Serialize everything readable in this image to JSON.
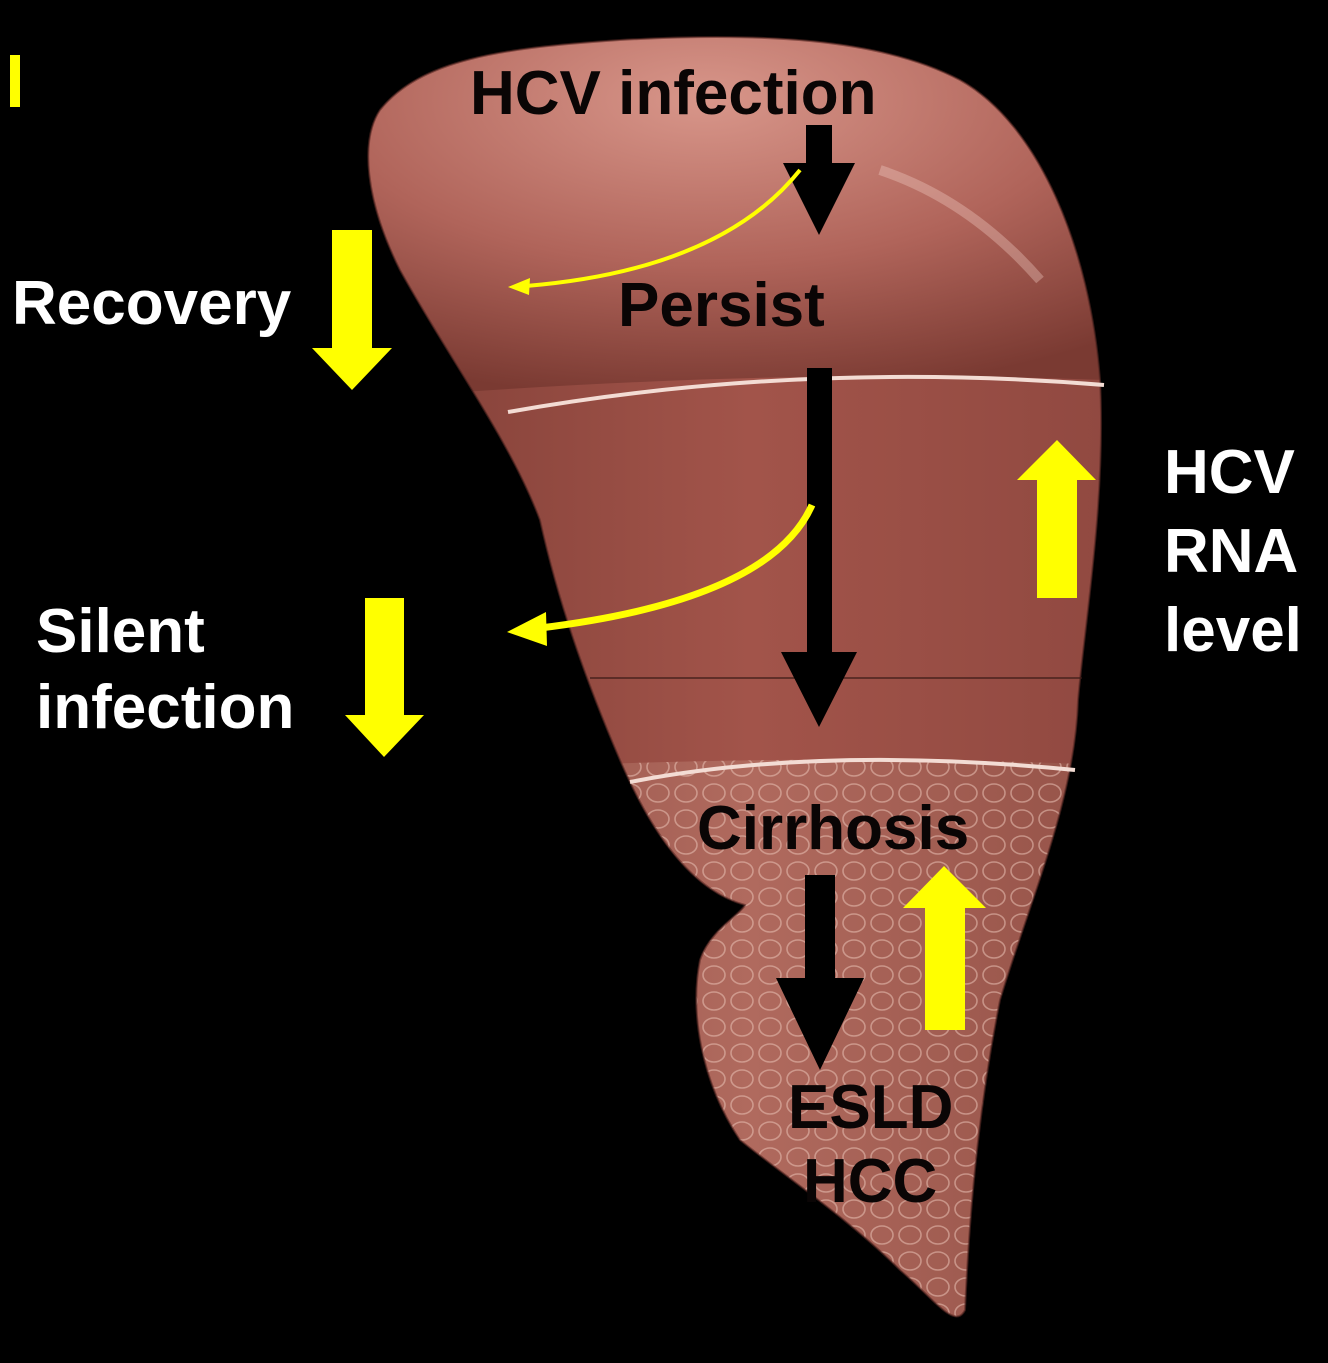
{
  "labels": {
    "hcv_infection": "HCV infection",
    "persist": "Persist",
    "cirrhosis": "Cirrhosis",
    "esld": "ESLD",
    "hcc": "HCC",
    "recovery": "Recovery",
    "silent": "Silent",
    "infection": "infection",
    "hcv": "HCV",
    "rna": "RNA",
    "level": "level"
  },
  "colors": {
    "background": "#000000",
    "accent_arrow": "#ffff00",
    "flow_arrow": "#000000",
    "liver_top": "#b86a5c",
    "liver_mid": "#9a4a40",
    "liver_bottom": "#a0564a",
    "band_line": "#f0d8d0"
  }
}
